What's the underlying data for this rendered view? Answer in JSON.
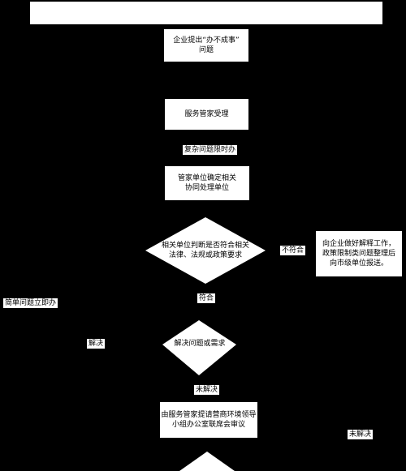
{
  "colors": {
    "background": "#000000",
    "shape": "#ffffff",
    "text": "#000000"
  },
  "nodes": {
    "top_bar": "",
    "raise_issue": "企业提出“办不成事”\n问题",
    "accept": "服务管家受理",
    "confirm_units": "管家单位确定相关\n协同处理单位",
    "judge": "相关单位判断是否符合相关\n法律、法规或政策要求",
    "explain": "向企业做好解释工作，\n政策限制类问题整理后\n向市级单位报送。",
    "solved_check": "解决问题或需求",
    "escalate": "由服务管家提请营商环境领导\n小组办公室联席会审议",
    "bottom_diamond": ""
  },
  "edge_labels": {
    "complex_limit": "复杂问题限时办",
    "not_compliant": "不符合",
    "compliant": "符合",
    "simple_now": "简单问题立即办",
    "resolved": "解决",
    "unresolved": "未解决",
    "unresolved_right": "未解决"
  }
}
